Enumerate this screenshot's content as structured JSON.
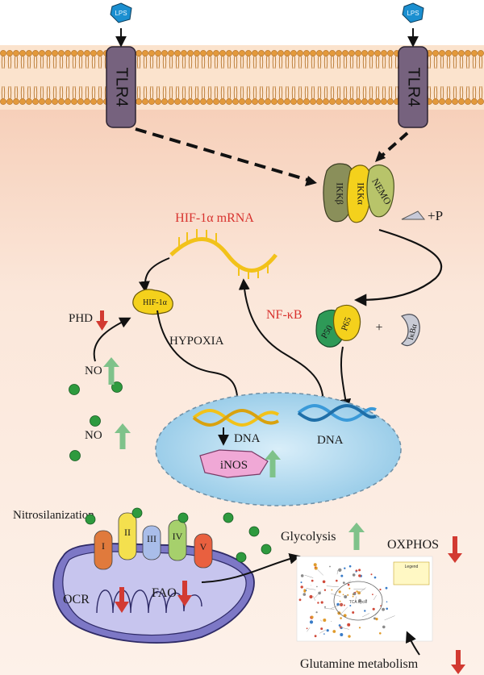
{
  "colors": {
    "cytoplasm": "#f8dccb",
    "membrane_head": "#e3993b",
    "tlr4": "#76627e",
    "lps": "#1b8fd0",
    "red_text": "#d8322e",
    "no_dot": "#2e9a3e",
    "arrow_up": "#7fc28a",
    "arrow_down": "#d23a32",
    "nucleus": "#a9d4ec",
    "mrna": "#f2c21a",
    "dna_left": "#f2c21a",
    "dna_right": "#3a9ad9",
    "inos": "#f0a8d6",
    "mito": "#7d78c6"
  },
  "receptors": {
    "left_label": "TLR4",
    "right_label": "TLR4",
    "ligand": "LPS"
  },
  "ikk": {
    "ikkb": "IKKβ",
    "ikka": "IKKα",
    "nemo": "NEMO",
    "phospho": "+P"
  },
  "hif": {
    "mrna_label": "HIF-1α mRNA",
    "protein": "HIF-1α",
    "hypoxia": "HYPOXIA",
    "phd": "PHD"
  },
  "nfkb": {
    "label": "NF-κB",
    "p50": "P50",
    "p65": "P65",
    "plus": "+",
    "ikba": "IκBα"
  },
  "no_labels": [
    "NO",
    "NO"
  ],
  "nucleus": {
    "dna_left": "DNA",
    "dna_right": "DNA",
    "inos": "iNOS"
  },
  "mito": {
    "nitrosilanization": "Nitrosilanization",
    "complexes": [
      "I",
      "II",
      "III",
      "IV",
      "V"
    ],
    "complex_colors": [
      "#e07a3c",
      "#f4e04e",
      "#a9bde9",
      "#a6d06c",
      "#e9603f"
    ],
    "ocr": "OCR",
    "fao": "FAO"
  },
  "metabolism": {
    "glycolysis": "Glycolysis",
    "oxphos": "OXPHOS",
    "glutamine": "Glutamine metabolism",
    "map_legend": "Legend",
    "map_center": "TCA cycle"
  }
}
